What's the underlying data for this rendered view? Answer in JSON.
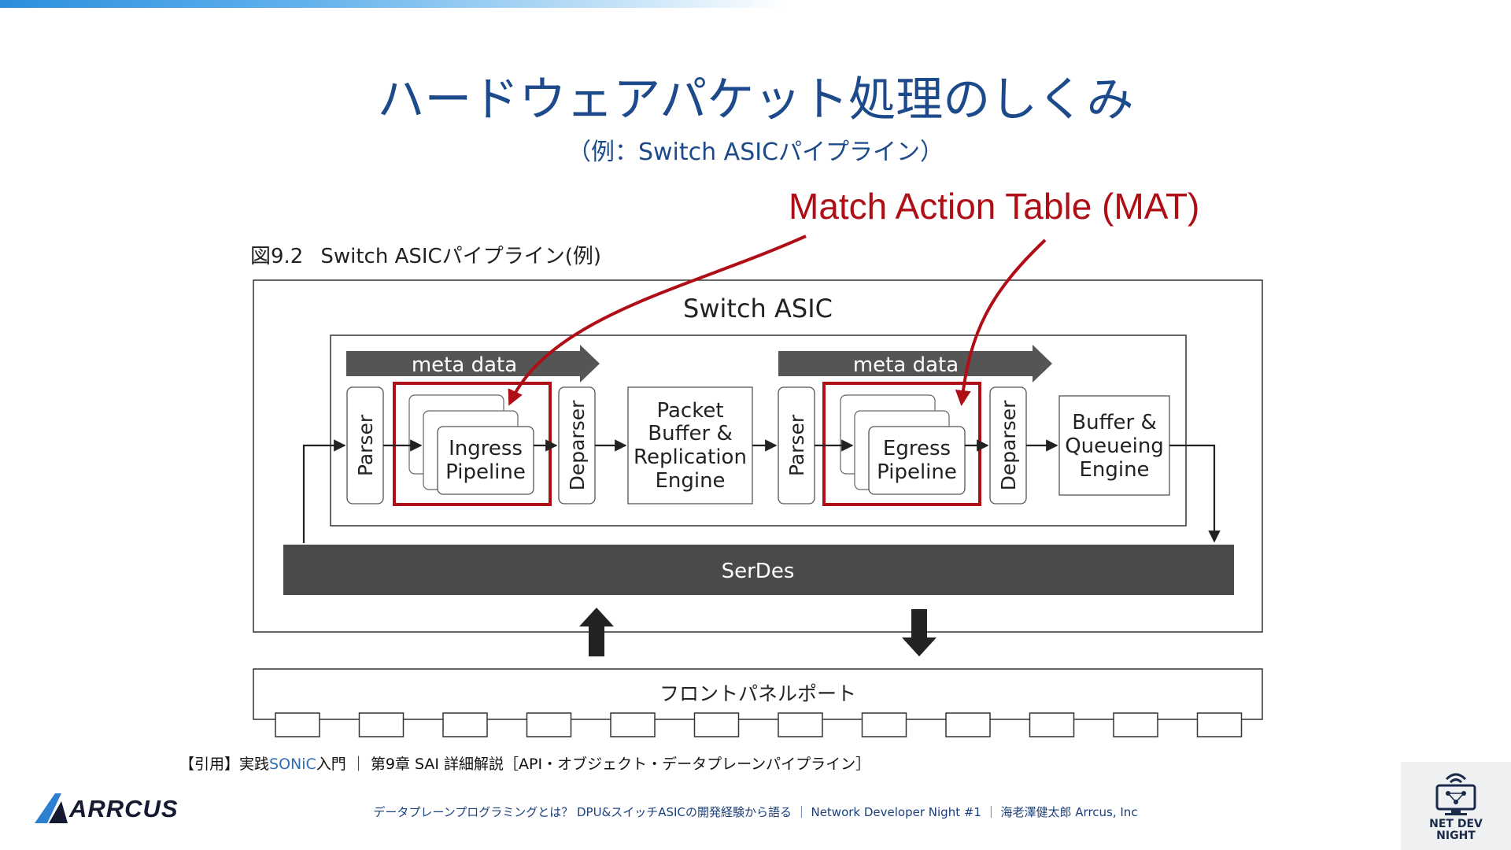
{
  "slide": {
    "title": "ハードウェアパケット処理のしくみ",
    "subtitle": "（例：Switch ASICパイプライン）"
  },
  "annotation": {
    "mat_label": "Match Action Table (MAT)",
    "color": "#b00e16"
  },
  "figure": {
    "caption_number": "図9.2",
    "caption_title": "Switch ASICパイプライン(例)",
    "asic_label": "Switch ASIC",
    "ingress": {
      "meta_label": "meta data",
      "parser": "Parser",
      "pipeline_line1": "Ingress",
      "pipeline_line2": "Pipeline",
      "deparser": "Deparser"
    },
    "packet_buffer": {
      "line1": "Packet",
      "line2": "Buffer &",
      "line3": "Replication",
      "line4": "Engine"
    },
    "egress": {
      "meta_label": "meta data",
      "parser": "Parser",
      "pipeline_line1": "Egress",
      "pipeline_line2": "Pipeline",
      "deparser": "Deparser"
    },
    "queueing": {
      "line1": "Buffer &",
      "line2": "Queueing",
      "line3": "Engine"
    },
    "serdes_label": "SerDes",
    "front_panel_label": "フロントパネルポート",
    "port_count": 12
  },
  "citation": {
    "prefix": "【引用】実践",
    "sonic": "SONiC",
    "rest": "入門 ｜ 第9章 SAI 詳細解説［API・オブジェクト・データプレーンパイプライン］"
  },
  "footer": {
    "text": "データプレーンプログラミングとは？ DPU&スイッチASICの開発経験から語る ｜ Network Developer Night #1 ｜ 海老澤健太郎 Arrcus, Inc"
  },
  "branding": {
    "logo_text": "ARRCUS",
    "badge_line1": "NET DEV",
    "badge_line2": "NIGHT"
  },
  "colors": {
    "title": "#1c4a8a",
    "diagram_dark": "#555555",
    "serdes": "#4a4a4a",
    "highlight": "#b00e16"
  }
}
